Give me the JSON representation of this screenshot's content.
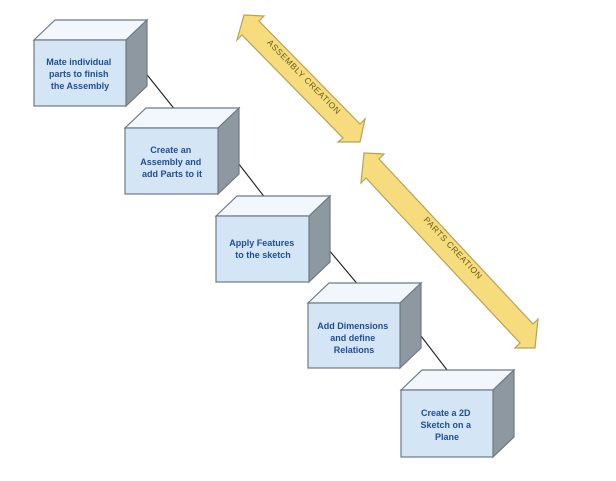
{
  "steps": [
    {
      "id": "mate-parts",
      "lines": [
        "Mate individual",
        "parts to finish",
        "the Assembly"
      ]
    },
    {
      "id": "create-assembly",
      "lines": [
        "Create an",
        "Assembly and",
        "add Parts to it"
      ]
    },
    {
      "id": "apply-features",
      "lines": [
        "Apply Features",
        "to the sketch"
      ]
    },
    {
      "id": "add-dimensions",
      "lines": [
        "Add Dimensions",
        "and define",
        "Relations"
      ]
    },
    {
      "id": "create-sketch",
      "lines": [
        "Create a 2D",
        "Sketch on a",
        "Plane"
      ]
    }
  ],
  "phases": [
    {
      "id": "assembly-creation",
      "label": "ASSEMBLY CREATION"
    },
    {
      "id": "parts-creation",
      "label": "PARTS CREATION"
    }
  ],
  "colors": {
    "box_front": "#d4e5f6",
    "box_top": "#f2f7fd",
    "box_side": "#8d98a1",
    "box_text": "#1f4f96",
    "arrow_fill": "#f6dc7d",
    "arrow_text": "#6b5a16"
  }
}
